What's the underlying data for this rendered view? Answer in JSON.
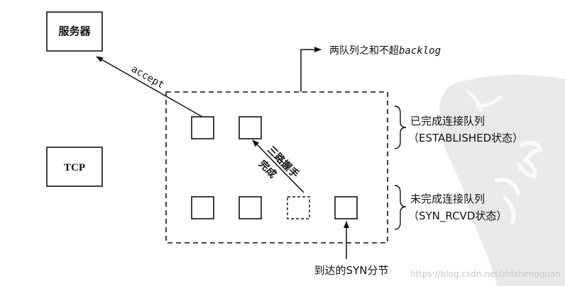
{
  "nodes": {
    "server": "服务器",
    "tcp": "TCP"
  },
  "edges": {
    "accept": "accept",
    "three_way_line1": "三路握手",
    "three_way_line2": "完成"
  },
  "annotations": {
    "sum_prefix": "两队列之和不超",
    "sum_suffix": "backlog",
    "completed_queue_line1": "已完成连接队列",
    "completed_queue_line2": "（ESTABLISHED状态）",
    "incomplete_queue_line1": "未完成连接队列",
    "incomplete_queue_line2": "（SYN_RCVD状态）",
    "arriving_syn": "到达的SYN分节"
  },
  "watermark": {
    "url": "https://blog.csdn.net/zhizhengguan"
  },
  "colors": {
    "ink": "#111111",
    "watermark": "#e6e6e6",
    "watermark_text": "#d0d0d0"
  }
}
